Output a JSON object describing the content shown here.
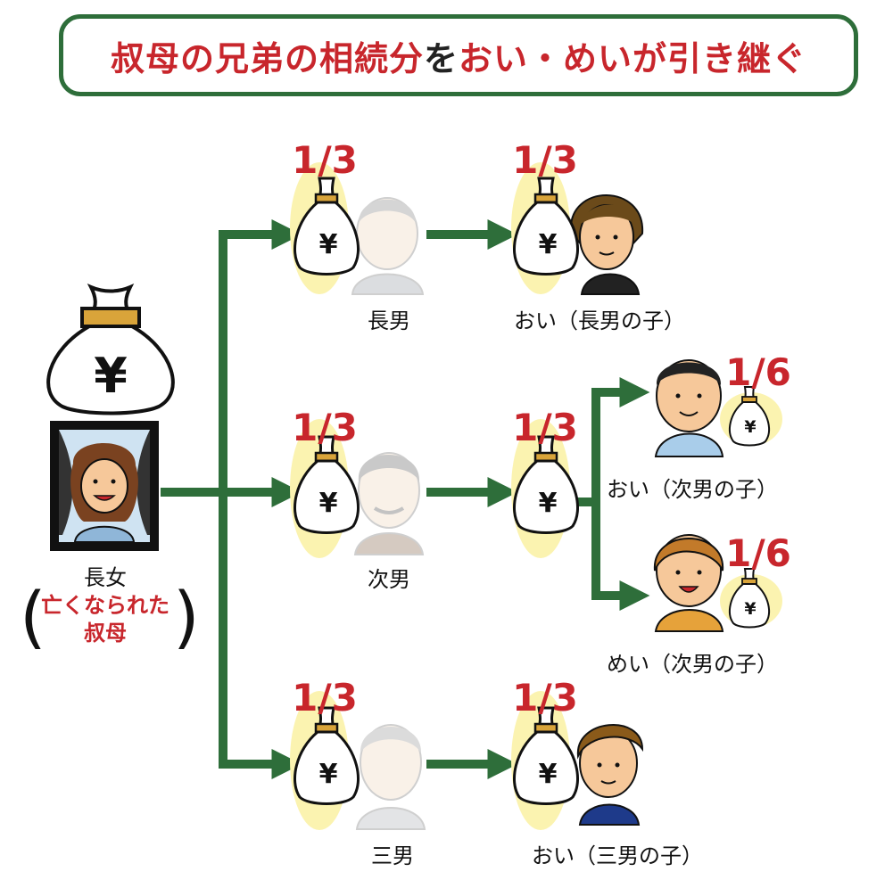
{
  "title": {
    "part1": "叔母の兄弟の相続分",
    "part2": "を",
    "part3": "おい・めいが引き継ぐ"
  },
  "deceased": {
    "label": "長女",
    "note_line1": "亡くなられた",
    "note_line2": "叔母",
    "yen_symbol": "¥"
  },
  "siblings": [
    {
      "label": "長男",
      "share": "1/3"
    },
    {
      "label": "次男",
      "share": "1/3"
    },
    {
      "label": "三男",
      "share": "1/3"
    }
  ],
  "heirs": [
    {
      "label": "おい（長男の子）",
      "share": "1/3"
    },
    {
      "label": "",
      "share": "1/3"
    },
    {
      "label": "おい（次男の子）",
      "share": "1/6"
    },
    {
      "label": "めい（次男の子）",
      "share": "1/6"
    },
    {
      "label": "おい（三男の子）",
      "share": "1/3"
    }
  ],
  "colors": {
    "arrow": "#2e6e3a",
    "accent_red": "#c8262c",
    "highlight": "#fbf3b0",
    "bag_band": "#d9a43a"
  }
}
